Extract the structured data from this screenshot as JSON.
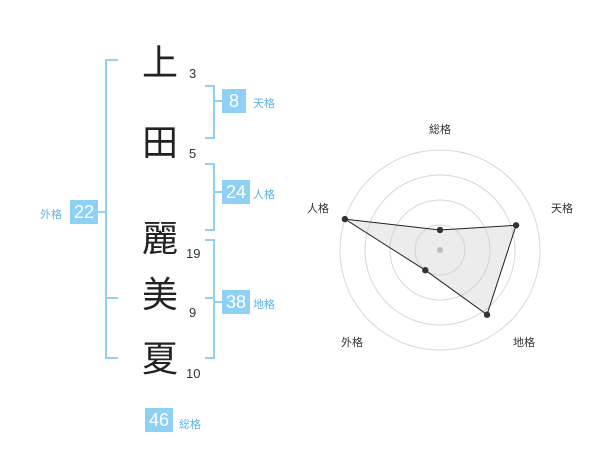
{
  "name": {
    "characters": [
      {
        "char": "上",
        "strokes": "3"
      },
      {
        "char": "田",
        "strokes": "5"
      },
      {
        "char": "麗",
        "strokes": "19"
      },
      {
        "char": "美",
        "strokes": "9"
      },
      {
        "char": "夏",
        "strokes": "10"
      }
    ]
  },
  "fortunes": {
    "tenkaku": {
      "value": "8",
      "label": "天格"
    },
    "jinkaku": {
      "value": "24",
      "label": "人格"
    },
    "chikaku": {
      "value": "38",
      "label": "地格"
    },
    "gaikaku": {
      "value": "22",
      "label": "外格"
    },
    "soukaku": {
      "value": "46",
      "label": "総格"
    }
  },
  "colors": {
    "accent": "#8fd0f5",
    "label": "#5ab5ea",
    "bracket": "#8fd0f5"
  },
  "chart_data": {
    "type": "radar",
    "axes": [
      "総格",
      "天格",
      "地格",
      "外格",
      "人格"
    ],
    "values": [
      0.2,
      0.8,
      0.8,
      0.25,
      1.0
    ],
    "rings": 4
  }
}
